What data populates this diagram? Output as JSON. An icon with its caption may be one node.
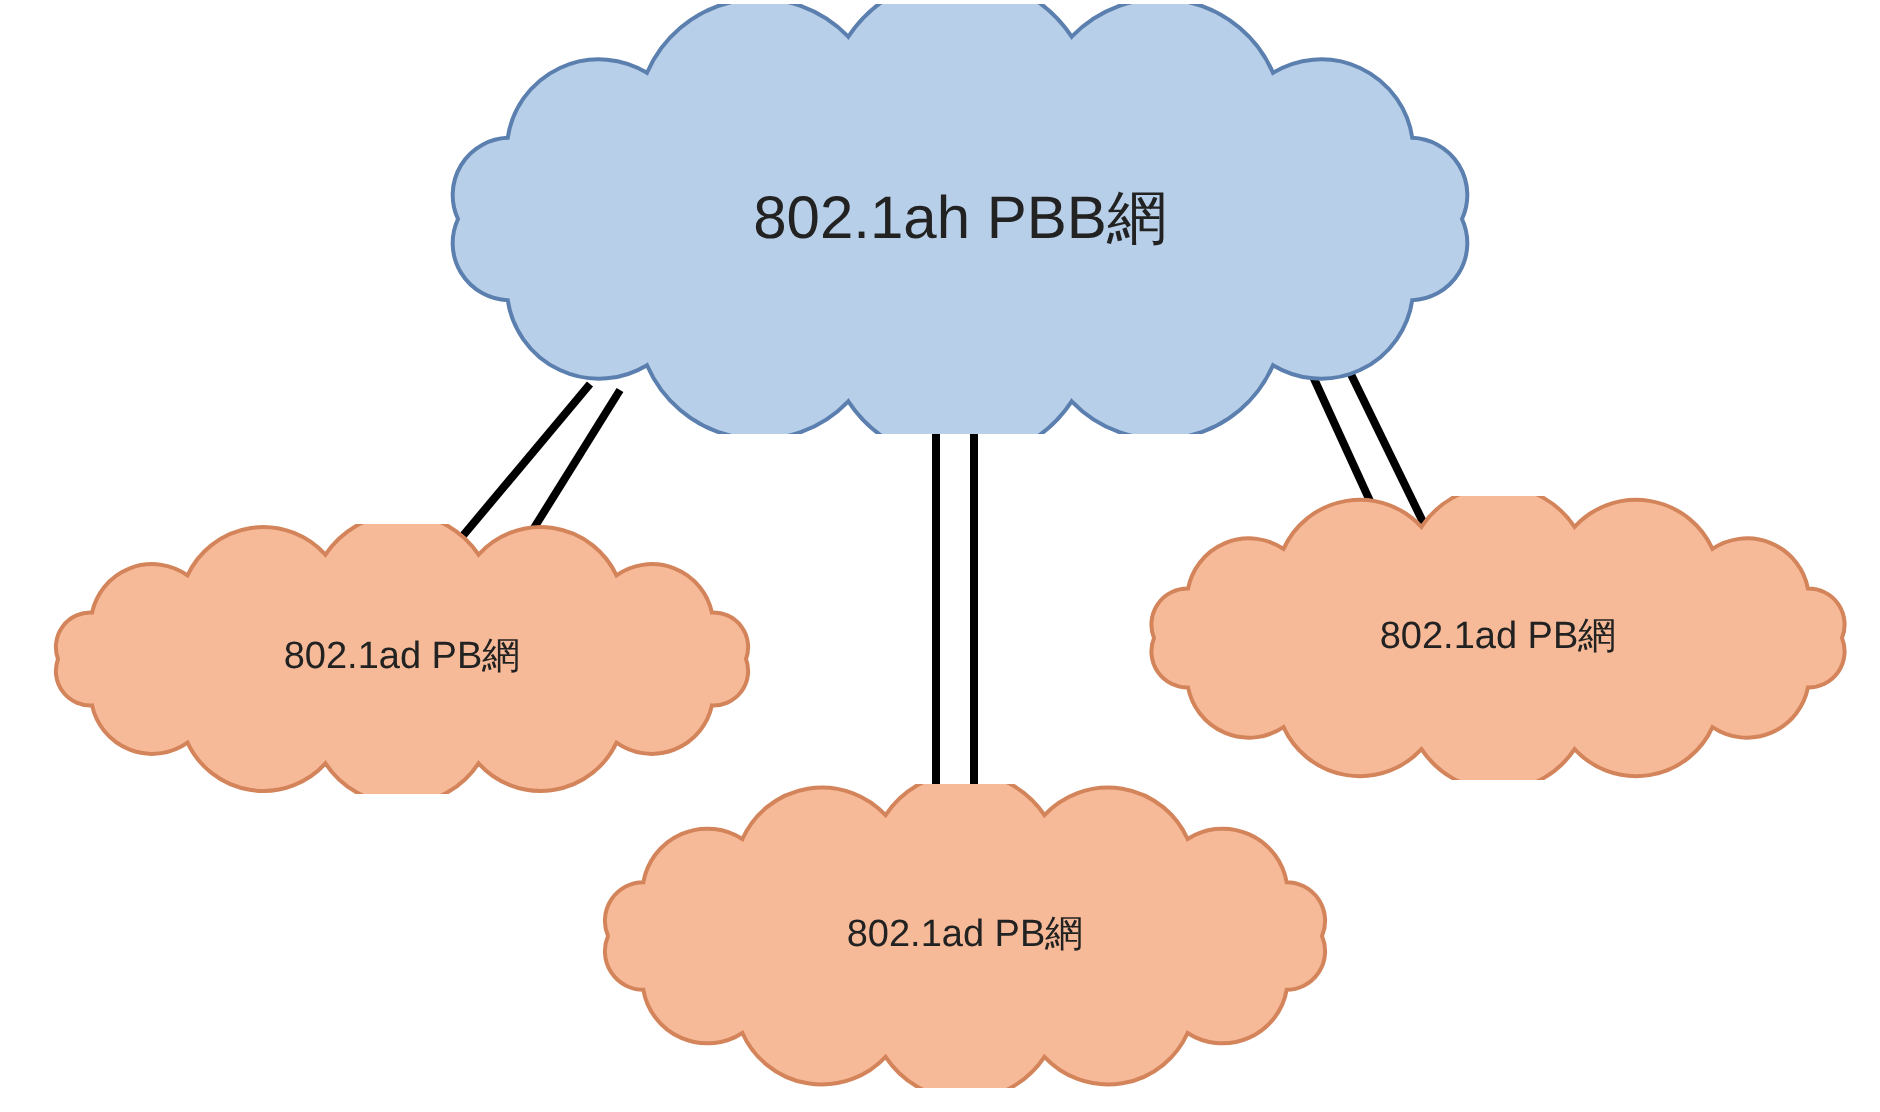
{
  "diagram": {
    "nodes": [
      {
        "text": [
          "802.1ah PBB網"
        ]
      },
      {
        "text": [
          "802.1ad PB網"
        ]
      },
      {
        "text": [
          "802.1ad PB網"
        ]
      },
      {
        "text": [
          "802.1ad PB網"
        ]
      }
    ],
    "edges": [
      {
        "from": 0,
        "to": 1,
        "arrow": "none"
      },
      {
        "from": 0,
        "to": 1,
        "arrow": "none"
      },
      {
        "from": 0,
        "to": 2,
        "arrow": "none"
      },
      {
        "from": 0,
        "to": 2,
        "arrow": "none"
      },
      {
        "from": 0,
        "to": 3,
        "arrow": "none"
      },
      {
        "from": 0,
        "to": 3,
        "arrow": "none"
      }
    ]
  }
}
